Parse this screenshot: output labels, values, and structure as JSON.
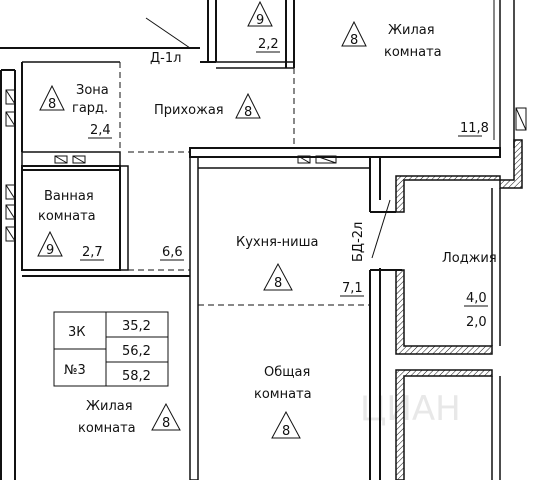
{
  "rooms": {
    "living_top": {
      "line1": "Жилая",
      "line2": "комната",
      "area": "11,8",
      "mark": "8"
    },
    "wc_top": {
      "mark": "9",
      "area": "2,2"
    },
    "door_top": "Д-1л",
    "wardrobe": {
      "line1": "Зона",
      "line2": "гард.",
      "mark": "8",
      "area": "2,4"
    },
    "hallway": {
      "name": "Прихожая",
      "mark": "8",
      "area": "6,6"
    },
    "bathroom": {
      "line1": "Ванная",
      "line2": "комната",
      "mark": "9",
      "area": "2,7"
    },
    "kitchen": {
      "name": "Кухня-ниша",
      "mark": "8",
      "area": "7,1"
    },
    "balcony_door": "БД-2л",
    "loggia": {
      "name": "Лоджия",
      "area1": "4,0",
      "area2": "2,0"
    },
    "common": {
      "line1": "Общая",
      "line2": "комната",
      "mark": "8"
    },
    "living_bottom": {
      "line1": "Жилая",
      "line2": "комната",
      "mark": "8"
    }
  },
  "summary": {
    "type": "3К",
    "number": "№3",
    "area_living": "35,2",
    "area_total": "56,2",
    "area_full": "58,2"
  },
  "watermark": "ЦИАН"
}
